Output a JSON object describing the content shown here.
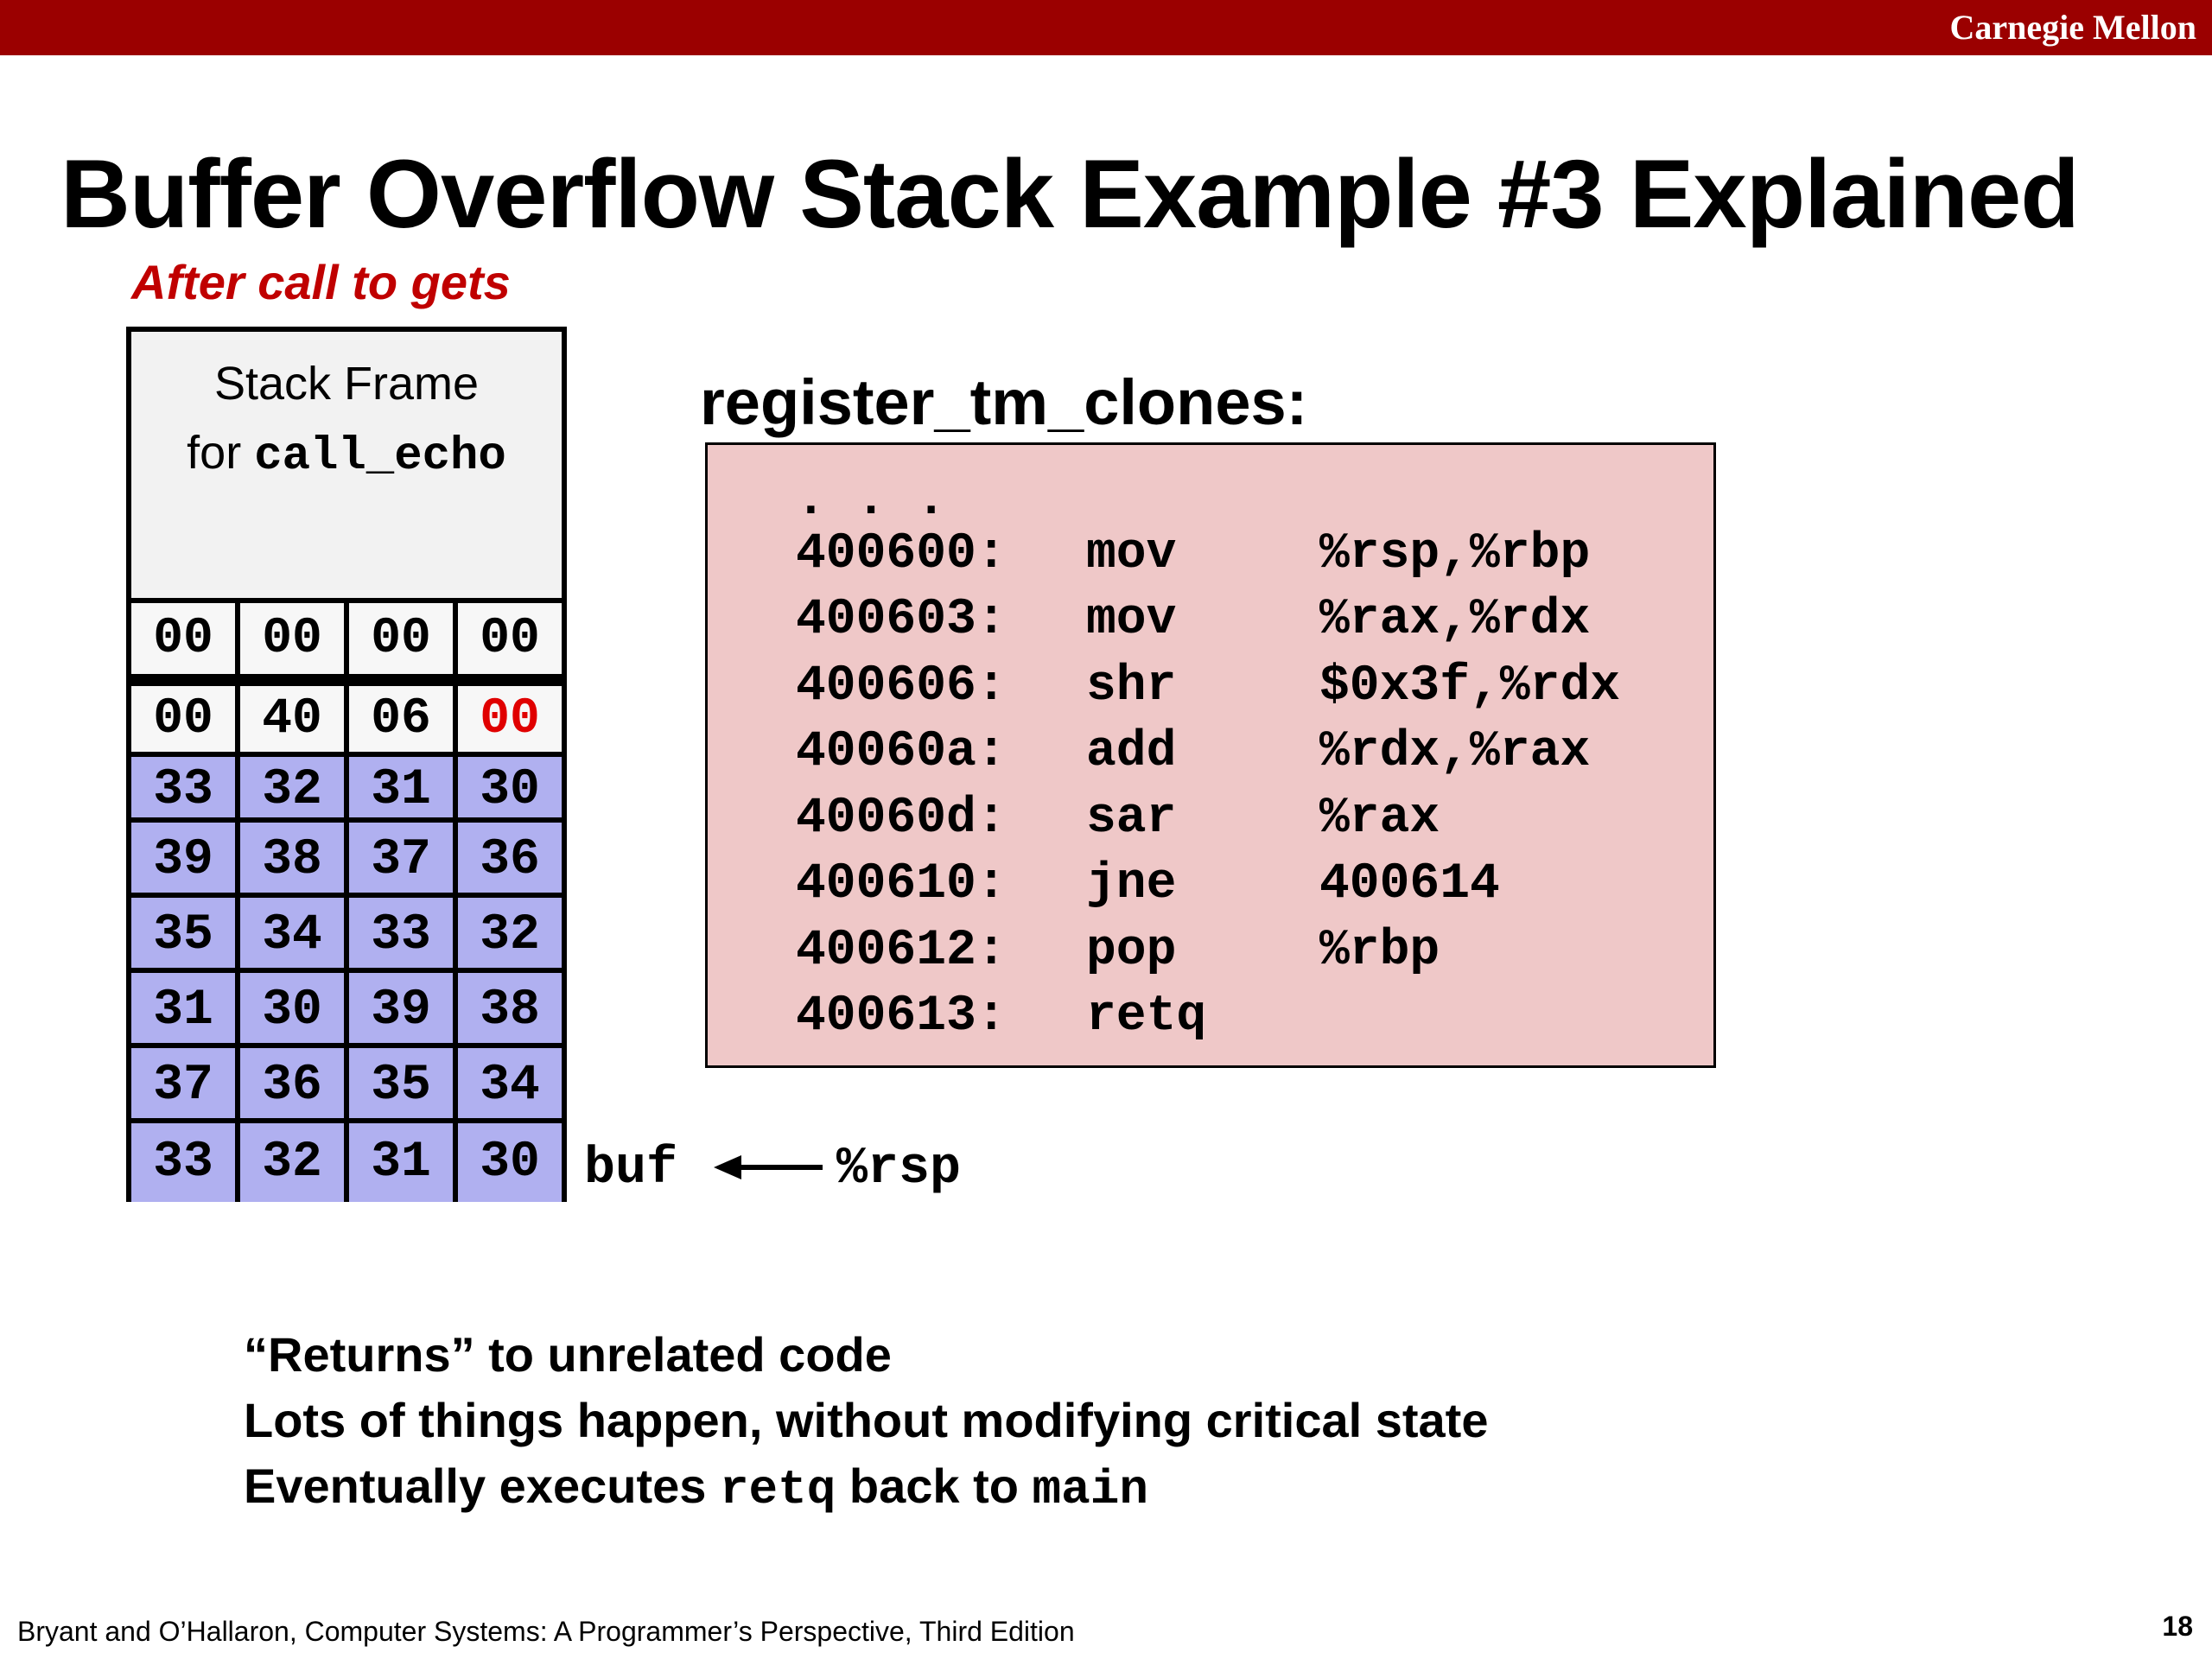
{
  "header": {
    "brand": "Carnegie Mellon"
  },
  "title": "Buffer Overflow Stack Example #3 Explained",
  "subtitle": "After call to gets",
  "stack": {
    "frame_label_line1": "Stack Frame",
    "frame_label_prefix": "for ",
    "frame_label_code": "call_echo",
    "rows": [
      [
        "00",
        "00",
        "00",
        "00"
      ],
      [
        "00",
        "40",
        "06",
        "00"
      ],
      [
        "33",
        "32",
        "31",
        "30"
      ],
      [
        "39",
        "38",
        "37",
        "36"
      ],
      [
        "35",
        "34",
        "33",
        "32"
      ],
      [
        "31",
        "30",
        "39",
        "38"
      ],
      [
        "37",
        "36",
        "35",
        "34"
      ],
      [
        "33",
        "32",
        "31",
        "30"
      ]
    ],
    "highlight_color": "#e00000",
    "buffer_color": "#b0b0f0",
    "buf_label": "buf",
    "rsp_label": "%rsp"
  },
  "code": {
    "function_name": "register_tm_clones:",
    "ellipsis": ". . .",
    "lines": [
      {
        "addr": "400600:",
        "op": "mov",
        "args": "%rsp,%rbp"
      },
      {
        "addr": "400603:",
        "op": "mov",
        "args": "%rax,%rdx"
      },
      {
        "addr": "400606:",
        "op": "shr",
        "args": "$0x3f,%rdx"
      },
      {
        "addr": "40060a:",
        "op": "add",
        "args": "%rdx,%rax"
      },
      {
        "addr": "40060d:",
        "op": "sar",
        "args": "%rax"
      },
      {
        "addr": "400610:",
        "op": "jne",
        "args": "400614"
      },
      {
        "addr": "400612:",
        "op": "pop",
        "args": "%rbp"
      },
      {
        "addr": "400613:",
        "op": "retq",
        "args": ""
      }
    ],
    "box_color": "#efc8c8"
  },
  "notes": {
    "line1": "“Returns” to unrelated code",
    "line2": "Lots of things happen, without modifying critical state",
    "line3_a": "Eventually executes ",
    "line3_code1": "retq",
    "line3_b": " back to ",
    "line3_code2": "main"
  },
  "footer": {
    "citation": "Bryant and O’Hallaron, Computer Systems: A Programmer’s Perspective, Third Edition",
    "page": "18"
  },
  "colors": {
    "header_bar": "#9b0000",
    "subtitle": "#c00000"
  }
}
